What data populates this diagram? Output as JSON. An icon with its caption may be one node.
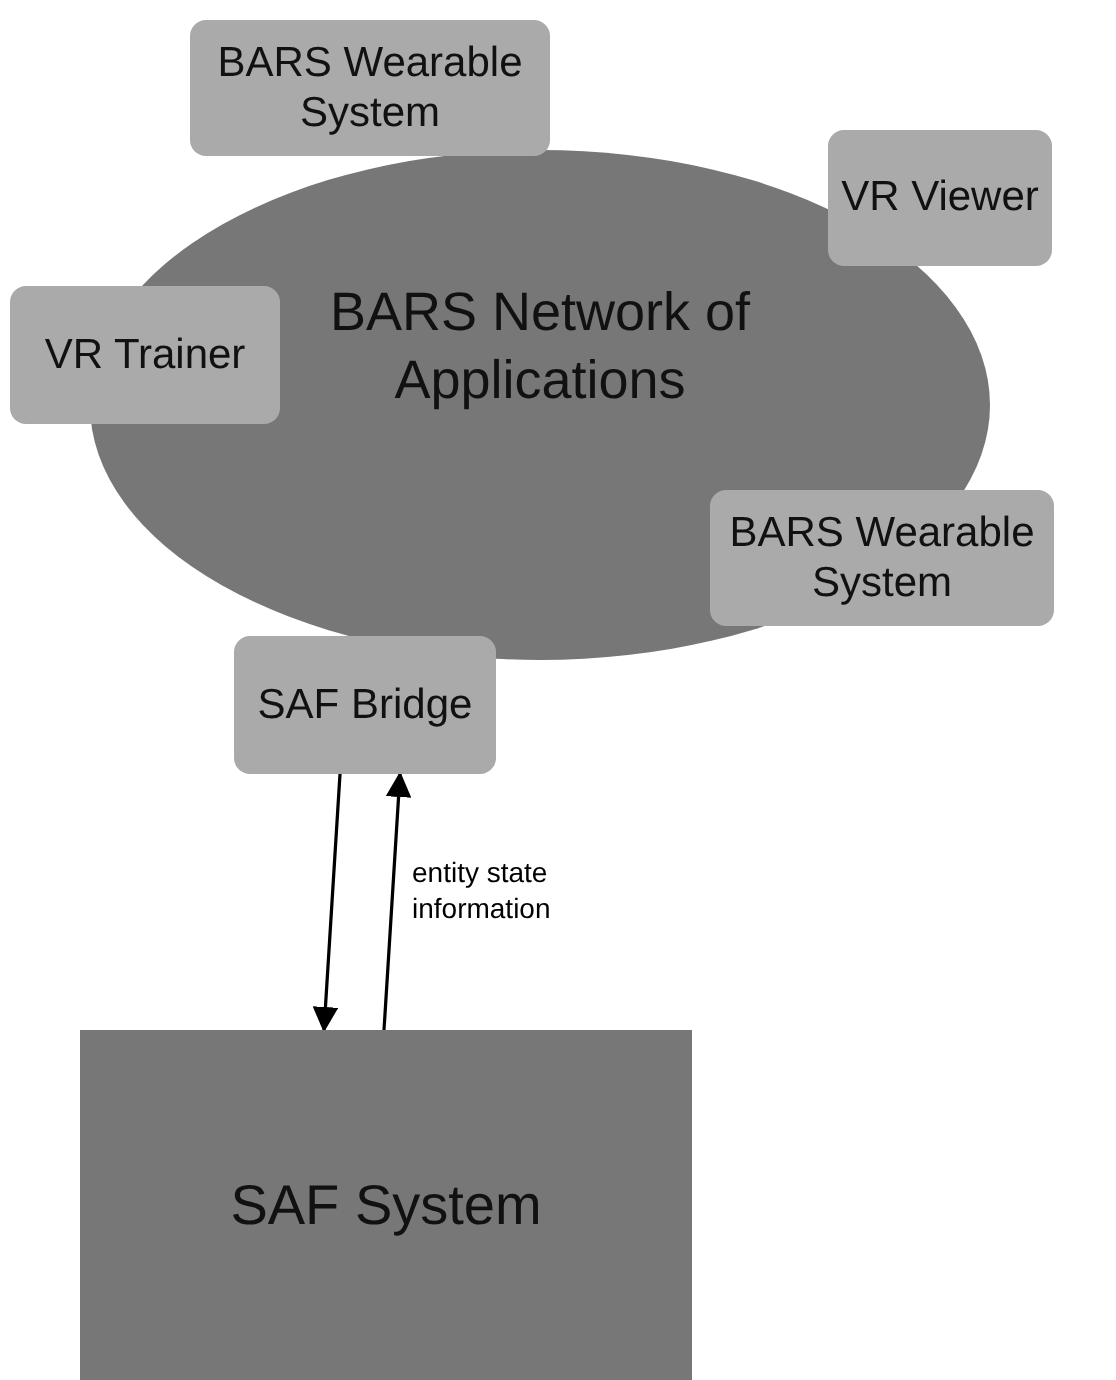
{
  "diagram": {
    "nodes": [
      {
        "text": [
          "BARS Wearable System"
        ]
      },
      {
        "text": [
          "VR Viewer"
        ]
      },
      {
        "text": [
          "BARS Network of Applications"
        ]
      },
      {
        "text": [
          "VR Trainer"
        ]
      },
      {
        "text": [
          "BARS Wearable System"
        ]
      },
      {
        "text": [
          "SAF Bridge"
        ]
      },
      {
        "text": [
          "SAF System"
        ]
      }
    ],
    "edges": [
      {
        "from": 5,
        "to": 6,
        "arrow": "to"
      },
      {
        "from": 6,
        "to": 5,
        "arrow": "to",
        "label": "entity state information"
      }
    ]
  }
}
